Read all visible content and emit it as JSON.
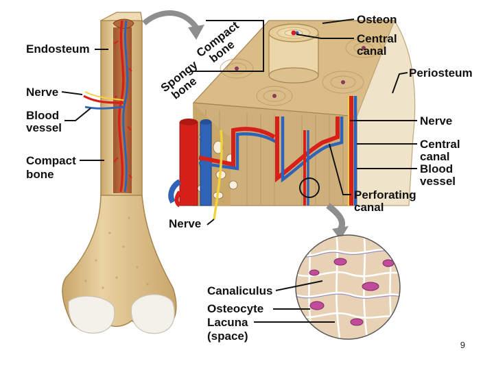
{
  "diagram": {
    "labels": {
      "endosteum": "Endosteum",
      "nerve_left": "Nerve",
      "blood_vessel_left": [
        "Blood",
        "vessel"
      ],
      "compact_bone_left": [
        "Compact",
        "bone"
      ],
      "spongy_bone": [
        "Spongy",
        "bone"
      ],
      "compact_bone_top": [
        "Compact",
        "bone"
      ],
      "osteon": "Osteon",
      "central_canal_top": [
        "Central",
        "canal"
      ],
      "periosteum": "Periosteum",
      "nerve_right": "Nerve",
      "central_canal_right": [
        "Central",
        "canal"
      ],
      "blood_vessel_right": [
        "Blood",
        "vessel"
      ],
      "perforating_canal": [
        "Perforating",
        "canal"
      ],
      "nerve_bottom": "Nerve",
      "canaliculus": "Canaliculus",
      "osteocyte": "Osteocyte",
      "lacuna": [
        "Lacuna",
        "(space)"
      ]
    },
    "colors": {
      "bone": "#dcc08e",
      "bone_dark": "#b8945a",
      "marrow": "#b5683a",
      "artery": "#d8201a",
      "vein": "#2f63b8",
      "nerve": "#f2d43a",
      "cartilage": "#f4f1ea",
      "osteocyte": "#c24a9a"
    }
  },
  "page": {
    "number": "9"
  }
}
